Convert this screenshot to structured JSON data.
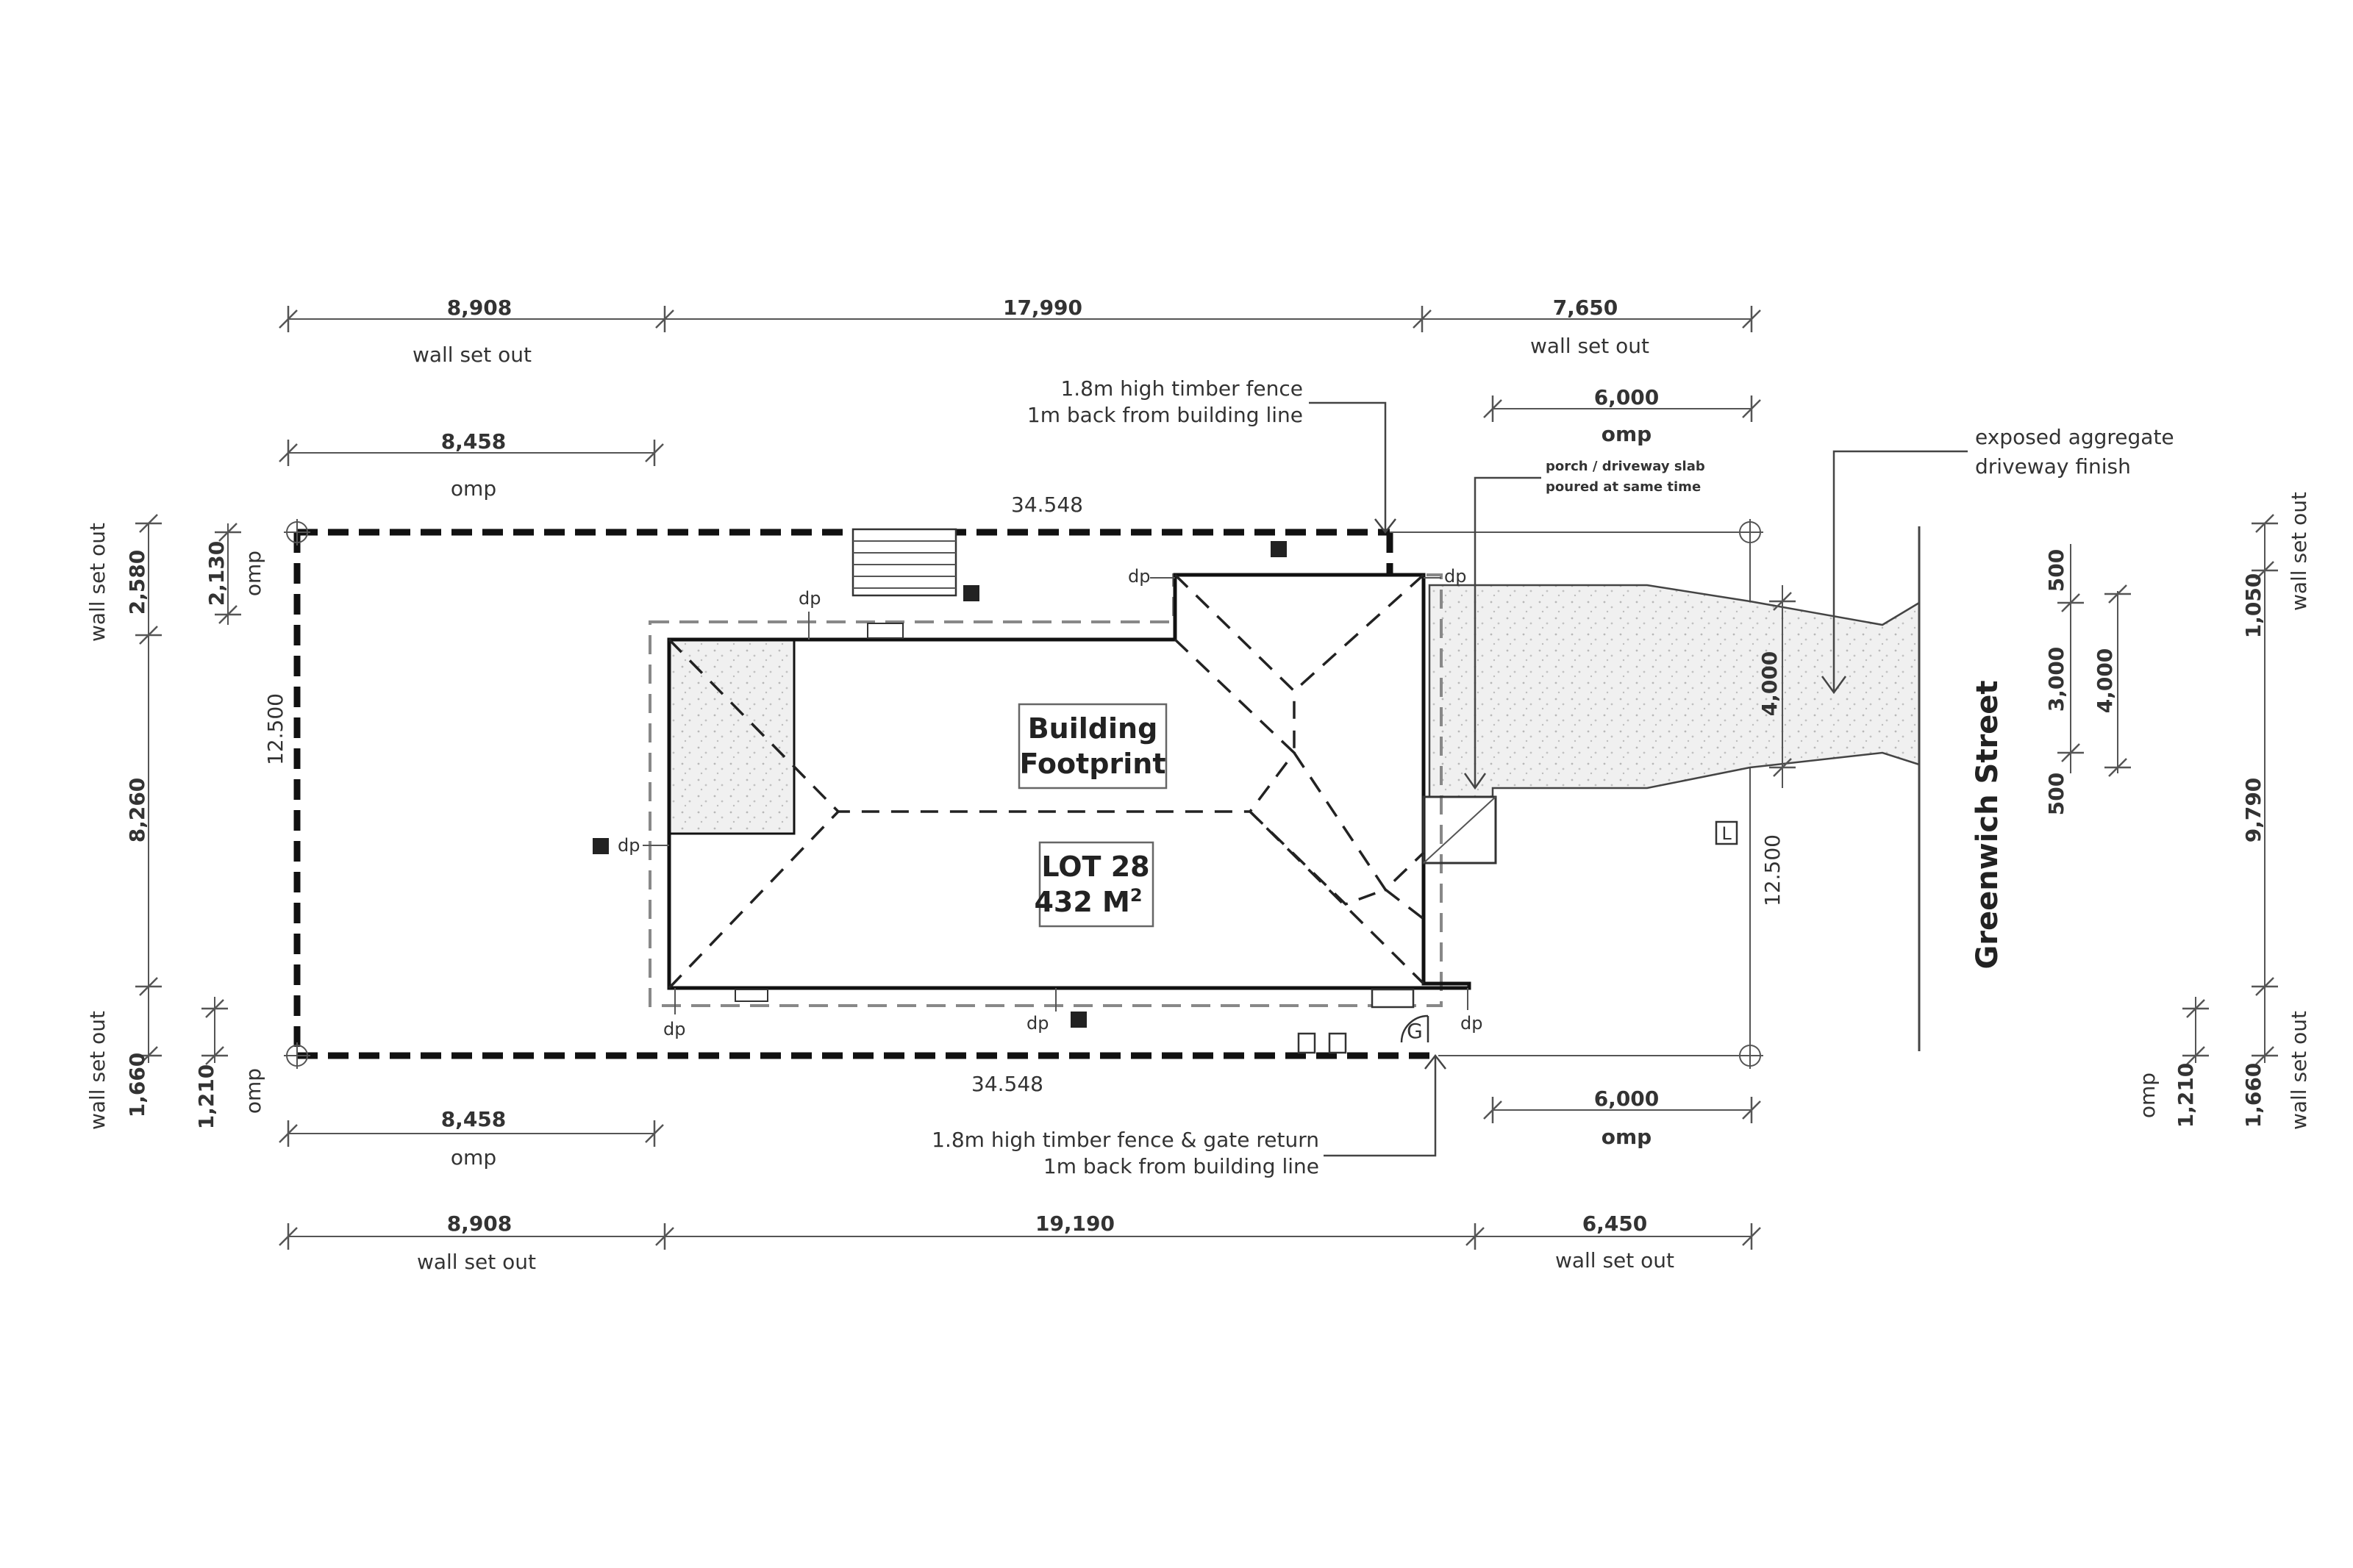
{
  "plan": {
    "top_dims": {
      "row1": [
        "8,908",
        "17,990",
        "7,650"
      ],
      "row1_label_left": "wall set out",
      "row1_label_right": "wall set out",
      "omp_left": "8,458",
      "omp_left_label": "omp",
      "omp_right": "6,000",
      "omp_right_label": "omp"
    },
    "bottom_dims": {
      "omp_left": "8,458",
      "omp_left_label": "omp",
      "omp_right": "6,000",
      "omp_right_label": "omp",
      "row1": [
        "8,908",
        "19,190",
        "6,450"
      ],
      "row1_label_left": "wall set out",
      "row1_label_right": "wall set out"
    },
    "boundary": {
      "top_length": "34.548",
      "bottom_length": "34.548",
      "left_width": "12.500",
      "right_width": "12.500"
    },
    "left_dims": {
      "wall_top": "2,580",
      "wall_top_label": "wall set out",
      "omp_top": "2,130",
      "omp_top_label": "omp",
      "middle": "8,260",
      "wall_bottom": "1,660",
      "wall_bottom_label": "wall set out",
      "omp_bottom": "1,210",
      "omp_bottom_label": "omp"
    },
    "right_dims": {
      "d500_top": "500",
      "d3000": "3,000",
      "d500_bottom": "500",
      "d4000": "4,000",
      "driveway_width": "4,000",
      "wall_top": "1,050",
      "wall_top_label": "wall set out",
      "middle": "9,790",
      "wall_bottom": "1,660",
      "wall_bottom_label": "wall set out",
      "omp_bottom": "1,210",
      "omp_bottom_label": "omp"
    },
    "notes": {
      "fence_top_line1": "1.8m high timber fence",
      "fence_top_line2": "1m back from building line",
      "porch_line1": "porch / driveway slab",
      "porch_line2": "poured at same time",
      "aggregate_line1": "exposed aggregate",
      "aggregate_line2": "driveway finish",
      "fence_bottom_line1": "1.8m high timber fence & gate return",
      "fence_bottom_line2": "1m back from building line"
    },
    "building": {
      "footprint_line1": "Building",
      "footprint_line2": "Footprint",
      "lot_line1": "LOT 28",
      "lot_line2": "432 M",
      "lot_sup": "2"
    },
    "markers": {
      "dp": "dp",
      "gate": "G",
      "letterbox": "L"
    },
    "street_name": "Greenwich Street"
  }
}
